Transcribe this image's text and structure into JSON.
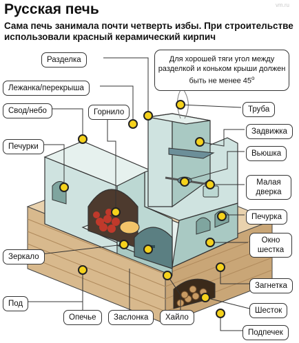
{
  "header": {
    "title": "Русская печь",
    "subtitle": "Сама печь занимала почти четверть избы. При строительстве использовали красный керамический кирпич",
    "watermark": "vm.ru"
  },
  "note": {
    "text": "Для хорошей тяги угол между разделкой и коньком крыши должен быть не менее 45",
    "degree": "o"
  },
  "labels": {
    "razdelka": "Разделка",
    "lezhanka": "Лежанка/перекрыша",
    "svod": "Свод/небо",
    "gornilo": "Горнило",
    "pechurki": "Печурки",
    "zerkalo": "Зеркало",
    "pod": "Под",
    "opechie": "Опечье",
    "zaslonka": "Заслонка",
    "khailo": "Хайло",
    "truba": "Труба",
    "zadvizhka": "Задвижка",
    "vyushka": "Вьюшка",
    "malaya_dverka": "Малая дверка",
    "pechurka": "Печурка",
    "okno_shestka": "Окно шестка",
    "zagnetka": "Загнетка",
    "shestok": "Шесток",
    "podpechek": "Подпечек"
  },
  "colors": {
    "stove_front": "#cfe3e0",
    "stove_top": "#e6f1ee",
    "stove_side": "#a9c9c3",
    "stove_dark": "#7fa59f",
    "wood": "#d8b98d",
    "wood_dark": "#b08a5c",
    "marker": "#f5d21c",
    "fire": "#c0392b",
    "pot": "#f2c46a"
  }
}
